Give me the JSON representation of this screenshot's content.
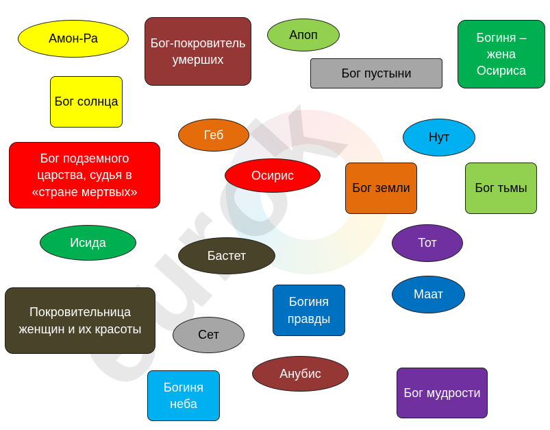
{
  "labels": {
    "amon_ra": "Амон-Ра",
    "god_dead": "Бог-покровитель умерших",
    "apop": "Апоп",
    "goddess_osiris_wife": "Богиня – жена Осириса",
    "desert_god": "Бог пустыни",
    "sun_god": "Бог солнца",
    "geb": "Геб",
    "nut": "Нут",
    "underworld_god": "Бог подземного царства, судья в «стране мертвых»",
    "osiris": "Осирис",
    "earth_god": "Бог земли",
    "darkness_god": "Бог тьмы",
    "isis": "Исида",
    "thoth": "Тот",
    "bastet": "Бастет",
    "maat": "Маат",
    "women_patroness": "Покровительница женщин и их красоты",
    "truth_goddess": "Богиня правды",
    "set": "Сет",
    "anubis": "Анубис",
    "sky_goddess": "Богиня неба",
    "wisdom_god": "Бог мудрости"
  },
  "watermark": "eurok",
  "colors": {
    "yellow": "#ffff00",
    "maroon": "#953735",
    "light_green": "#92d050",
    "green": "#00b050",
    "grey": "#a6a6a6",
    "orange": "#e46c0a",
    "sky_blue": "#00b0f0",
    "red": "#ff0000",
    "dark_olive": "#494429",
    "purple": "#7030a0",
    "blue": "#0070c0"
  }
}
